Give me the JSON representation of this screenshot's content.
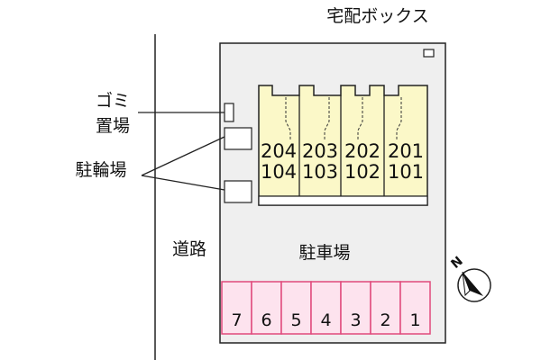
{
  "labels": {
    "delivery_box": "宅配ボックス",
    "garbage_line1": "ゴミ",
    "garbage_line2": "置場",
    "bicycle_parking": "駐輪場",
    "road": "道路",
    "car_parking": "駐車場",
    "north": "N"
  },
  "units": [
    {
      "upper": "204",
      "lower": "104"
    },
    {
      "upper": "203",
      "lower": "103"
    },
    {
      "upper": "202",
      "lower": "102"
    },
    {
      "upper": "201",
      "lower": "101"
    }
  ],
  "parking_slots": [
    "7",
    "6",
    "5",
    "4",
    "3",
    "2",
    "1"
  ],
  "colors": {
    "building": "#fbf8c8",
    "lot": "#efefef",
    "parking": "#fde3ee",
    "parking_border": "#e04a7c",
    "line": "#222222"
  }
}
